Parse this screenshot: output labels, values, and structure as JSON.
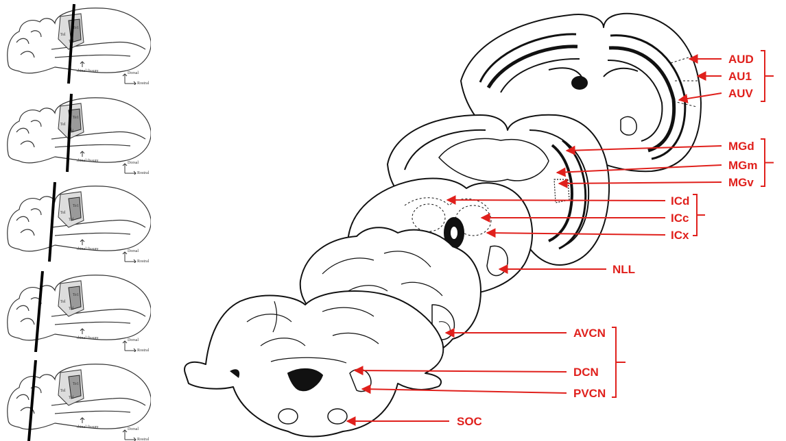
{
  "thumbnails": [
    {
      "small_labels": [
        "Tel",
        "Tel",
        "Te1"
      ],
      "sulcus_caption": "rhinal fissure",
      "orientation": [
        "Dorsal",
        "Rostral"
      ]
    },
    {
      "small_labels": [
        "Tel",
        "Tel",
        "Te1"
      ],
      "sulcus_caption": "rhinal fissure",
      "orientation": [
        "Dorsal",
        "Rostral"
      ]
    },
    {
      "small_labels": [
        "Tel",
        "Tel",
        "Te1"
      ],
      "sulcus_caption": "rhinal fissure",
      "orientation": [
        "Dorsal",
        "Rostral"
      ]
    },
    {
      "small_labels": [
        "Tel",
        "Tel",
        "Te1"
      ],
      "sulcus_caption": "rhinal fissure",
      "orientation": [
        "Dorsal",
        "Rostral"
      ]
    },
    {
      "small_labels": [
        "Tel",
        "Tel",
        "Te1"
      ],
      "sulcus_caption": "rhinal fissure",
      "orientation": [
        "Dorsal",
        "Rostral"
      ]
    }
  ],
  "region_labels": {
    "cortex": [
      "AUD",
      "AU1",
      "AUV"
    ],
    "thalamus": [
      "MGd",
      "MGm",
      "MGv"
    ],
    "midbrain": [
      "ICd",
      "ICc",
      "ICx"
    ],
    "lemniscus": [
      "NLL"
    ],
    "brainstem": [
      "AVCN",
      "DCN",
      "PVCN"
    ],
    "olivary": [
      "SOC"
    ]
  },
  "colors": {
    "label": "#e0201c",
    "outline": "#111111",
    "thumb_region": "#9a9a9a"
  }
}
